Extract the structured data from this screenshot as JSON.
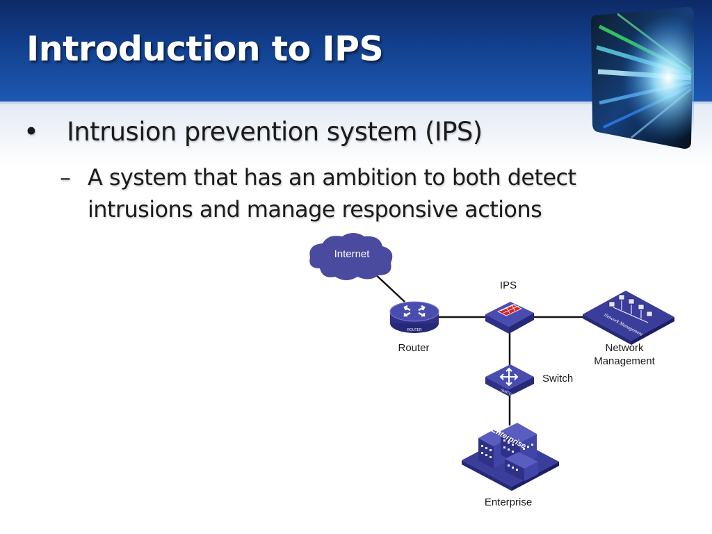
{
  "slide": {
    "title": "Introduction to IPS",
    "bullet": {
      "marker": "•",
      "text": "Intrusion prevention system (IPS)"
    },
    "sub_bullet": {
      "marker": "–",
      "lines": [
        "A system that has an ambition to both detect",
        "intrusions and manage responsive actions"
      ]
    }
  },
  "diagram": {
    "nodes": {
      "internet": {
        "label": "Internet"
      },
      "router": {
        "label": "Router",
        "badge": "ROUTER"
      },
      "ips": {
        "label": "IPS"
      },
      "network_management": {
        "label_lines": [
          "Network",
          "Management"
        ],
        "badge": "Network Management"
      },
      "switch": {
        "label": "Switch",
        "badge": "SWITCH"
      },
      "enterprise": {
        "label": "Enterprise",
        "badge": "Enterprise"
      }
    },
    "edges": [
      [
        "internet",
        "router"
      ],
      [
        "router",
        "ips"
      ],
      [
        "ips",
        "network_management"
      ],
      [
        "ips",
        "switch"
      ],
      [
        "switch",
        "enterprise"
      ]
    ],
    "colors": {
      "device_fill": "#3b3d9a",
      "device_dark": "#262878",
      "cloud_fill": "#4a4a9e",
      "ips_accent": "#d8262a",
      "line": "#111111"
    }
  }
}
